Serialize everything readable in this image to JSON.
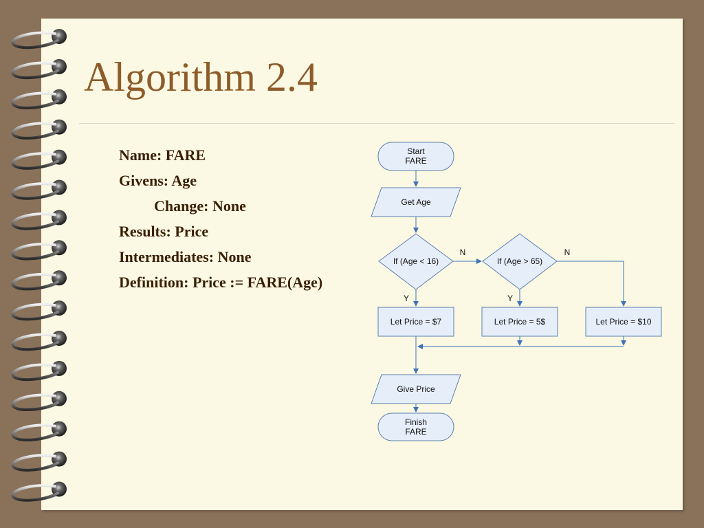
{
  "slide": {
    "title": "Algorithm 2.4"
  },
  "spec": {
    "name": "Name: FARE",
    "givens": "Givens: Age",
    "change": "Change: None",
    "results": "Results: Price",
    "intermediates": "Intermediates: None",
    "definition": "Definition: Price := FARE(Age)"
  },
  "flowchart": {
    "start": {
      "line1": "Start",
      "line2": "FARE"
    },
    "input": "Get Age",
    "decision1": "If (Age < 16)",
    "decision2": "If (Age > 65)",
    "no_label_1": "N",
    "no_label_2": "N",
    "yes_label_1": "Y",
    "yes_label_2": "Y",
    "process1": "Let Price = $7",
    "process2": "Let Price = 5$",
    "process3": "Let Price = $10",
    "output": "Give Price",
    "finish": {
      "line1": "Finish",
      "line2": "FARE"
    }
  },
  "colors": {
    "frame": "#8a725a",
    "paper": "#fbf9e3",
    "title": "#8d5c2a",
    "text": "#3a1f07",
    "shape_fill": "#e6eefa",
    "shape_stroke": "#5b7fae",
    "arrow": "#3e73b8"
  },
  "decoration": {
    "binding": "spiral-rings"
  }
}
